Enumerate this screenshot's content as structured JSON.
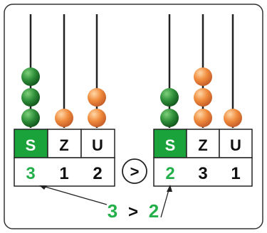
{
  "colors": {
    "green": "#1aa33a",
    "green_text": "#23b04a",
    "orange": "#f08b3c",
    "dark_green_bead": "#1f6f2a",
    "line": "#222222",
    "frame": "#333333"
  },
  "left_abacus": {
    "headers": [
      "S",
      "Z",
      "U"
    ],
    "digits": [
      "3",
      "1",
      "2"
    ],
    "beads": [
      3,
      1,
      2
    ]
  },
  "right_abacus": {
    "headers": [
      "S",
      "Z",
      "U"
    ],
    "digits": [
      "2",
      "3",
      "1"
    ],
    "beads": [
      2,
      3,
      1
    ]
  },
  "comparison_symbol": ">",
  "bottom": {
    "left_number": "3",
    "operator": ">",
    "right_number": "2"
  }
}
